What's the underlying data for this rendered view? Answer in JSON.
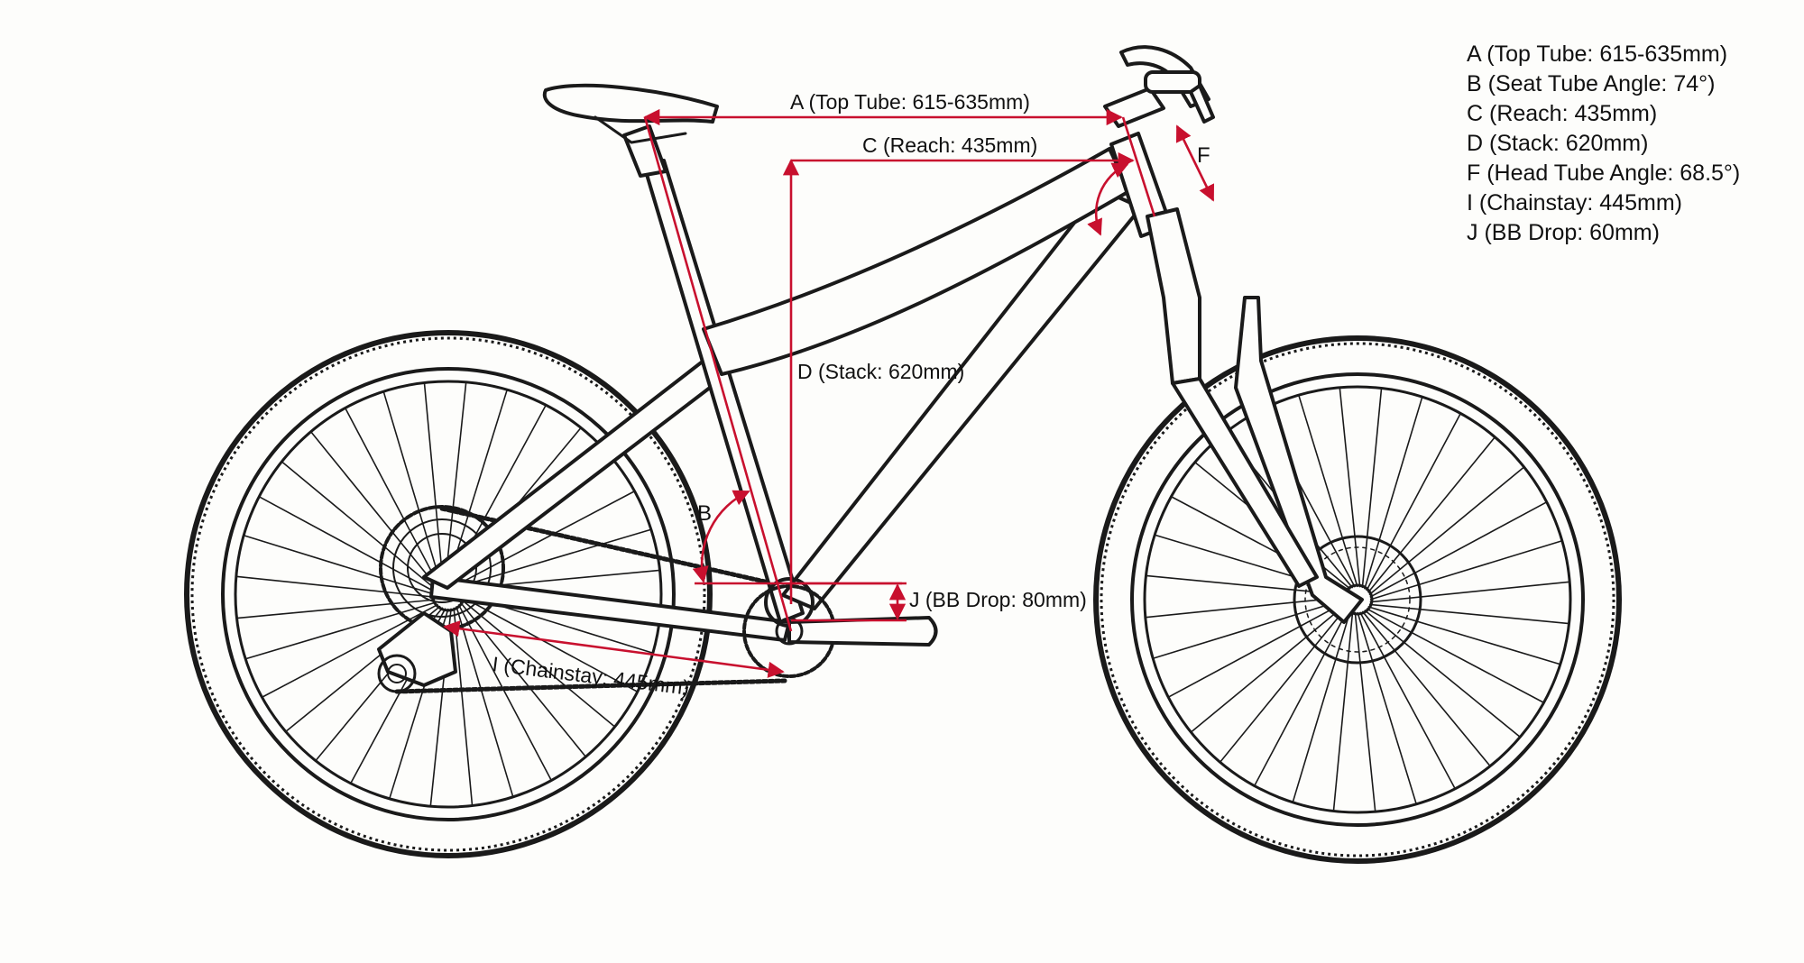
{
  "legend": {
    "items": [
      "A (Top Tube: 615-635mm)",
      "B (Seat Tube Angle: 74°)",
      "C (Reach: 435mm)",
      "D (Stack: 620mm)",
      "F (Head Tube Angle: 68.5°)",
      "I (Chainstay: 445mm)",
      "J (BB Drop: 60mm)"
    ]
  },
  "dimensions": {
    "top_tube_label": "A (Top Tube: 615-635mm)",
    "reach_label": "C (Reach: 435mm)",
    "stack_label": "D (Stack: 620mm)",
    "bb_drop_label": "J (BB Drop: 80mm)",
    "chainstay_label": "I (Chainstay: 445mm)",
    "seat_angle_letter": "B",
    "head_angle_letter": "F"
  },
  "colors": {
    "dimension_lines": "#c8102e",
    "drawing_lines": "#1a1a1a",
    "background": "#fdfdfb"
  }
}
